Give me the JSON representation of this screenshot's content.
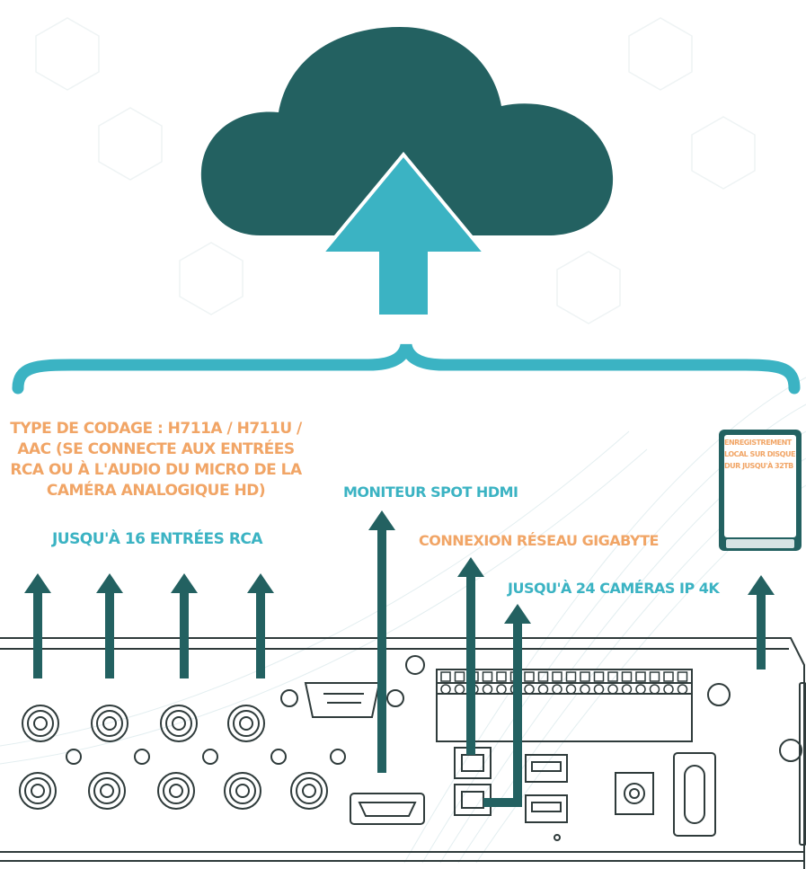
{
  "labels": {
    "codage": "TYPE DE CODAGE : H711A / H711U / AAC (SE CONNECTE AUX ENTRÉES RCA OU À L'AUDIO DU MICRO DE LA CAMÉRA ANALOGIQUE HD)",
    "rca_inputs": "JUSQU'À 16 ENTRÉES RCA",
    "hdmi": "MONITEUR SPOT HDMI",
    "network": "CONNEXION RÉSEAU GIGABYTE",
    "ip_cameras": "JUSQU'À 24 CAMÉRAS IP 4K",
    "hdd": "ENREGISTREMENT LOCAL SUR DISQUE DUR JUSQU'À 32TB"
  },
  "colors": {
    "cloud": "#236161",
    "upload_arrow": "#3bb3c3",
    "brace": "#3bb3c3",
    "port_arrows": "#236161",
    "label_orange": "#f1a566",
    "label_teal": "#3bb3c3",
    "device_line": "#2f3b3b"
  },
  "icons": {
    "cloud": "cloud-icon",
    "upload": "upload-arrow-icon",
    "hdd": "hard-drive-icon"
  }
}
